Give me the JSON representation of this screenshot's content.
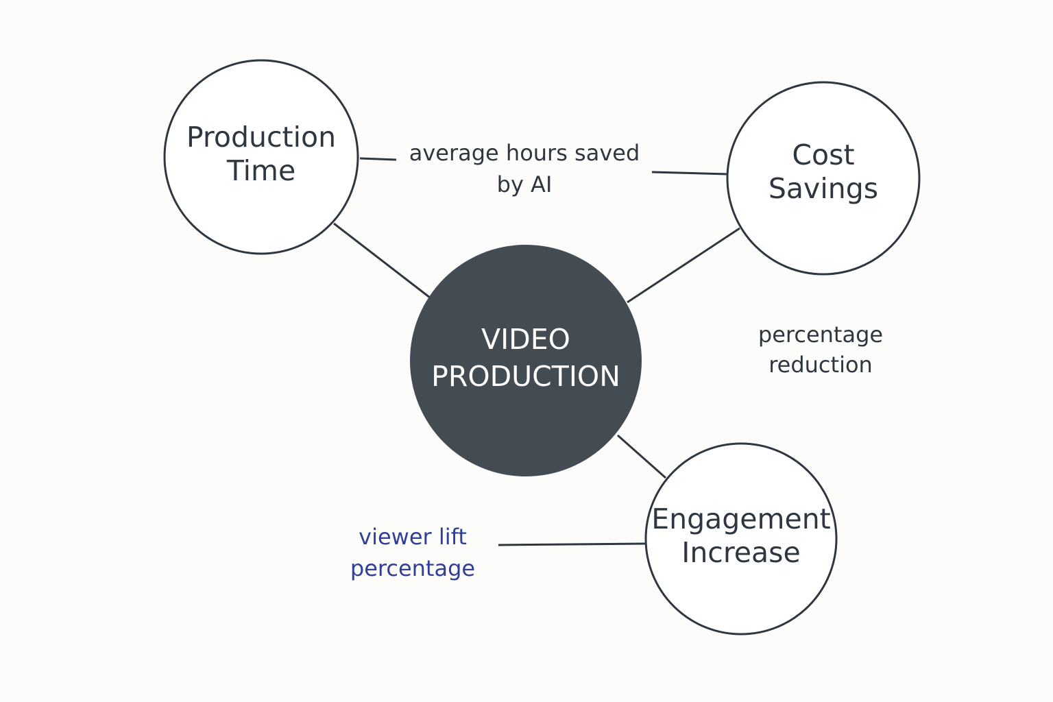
{
  "colors": {
    "background": "#fcfcfb",
    "stroke": "#2e3640",
    "text": "#2e3640",
    "center_fill": "#434b53",
    "center_text": "#ffffff",
    "accent_label": "#2f3f99"
  },
  "center": {
    "line1": "VIDEO",
    "line2": "PRODUCTION"
  },
  "nodes": {
    "production_time": {
      "line1": "Production",
      "line2": "Time"
    },
    "cost_savings": {
      "line1": "Cost",
      "line2": "Savings"
    },
    "engagement_increase": {
      "line1": "Engagement",
      "line2": "Increase"
    }
  },
  "labels": {
    "hours_saved": {
      "line1": "average hours saved",
      "line2": "by AI"
    },
    "cost_reduction": {
      "line1": "percentage",
      "line2": "reduction"
    },
    "viewer_lift": {
      "line1": "viewer lift",
      "line2": "percentage"
    }
  }
}
